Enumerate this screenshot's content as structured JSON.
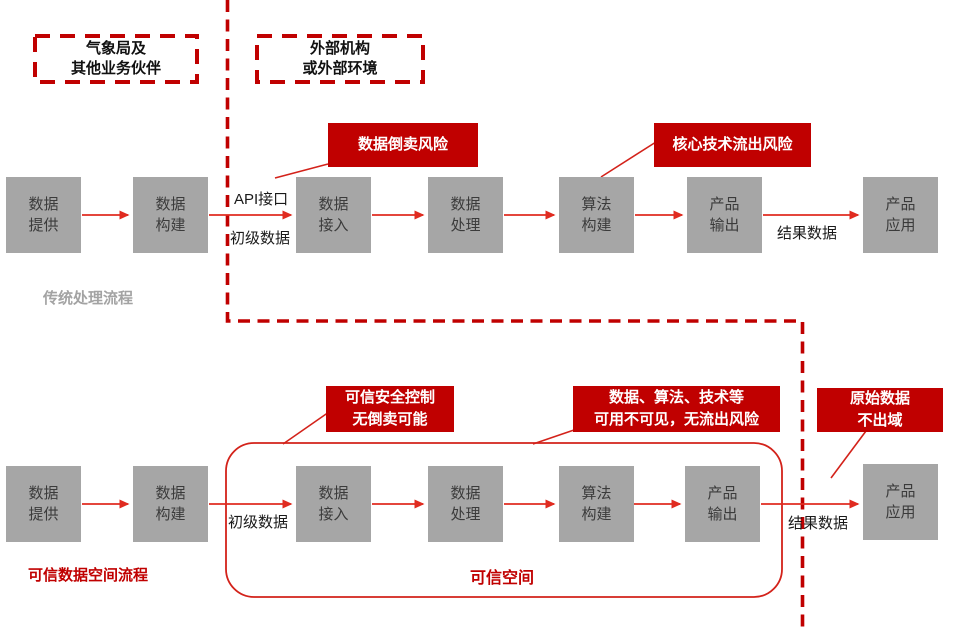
{
  "colors": {
    "dark_red": "#c00000",
    "bright_red": "#e02b20",
    "box_gray": "#a6a6a6",
    "box_text": "#3b3b3b",
    "gray_label": "#a3a3a3"
  },
  "header": {
    "partner_box_1": "气象局及\n其他业务伙伴",
    "partner_box_2": "外部机构\n或外部环境"
  },
  "traditional_flow": {
    "label": "传统处理流程",
    "boxes": [
      "数据\n提供",
      "数据\n构建",
      "数据\n接入",
      "数据\n处理",
      "算法\n构建",
      "产品\n输出",
      "产品\n应用"
    ],
    "api_label": "API接口",
    "primary_data_label": "初级数据",
    "result_data_label": "结果数据",
    "risk_badges": [
      "数据倒卖风险",
      "核心技术流出风险"
    ]
  },
  "trusted_flow": {
    "label": "可信数据空间流程",
    "boxes": [
      "数据\n提供",
      "数据\n构建",
      "数据\n接入",
      "数据\n处理",
      "算法\n构建",
      "产品\n输出",
      "产品\n应用"
    ],
    "primary_data_label": "初级数据",
    "result_data_label": "结果数据",
    "trusted_space_label": "可信空间",
    "benefit_badges": [
      "可信安全控制\n无倒卖可能",
      "数据、算法、技术等\n可用不可见，无流出风险",
      "原始数据\n不出域"
    ]
  }
}
